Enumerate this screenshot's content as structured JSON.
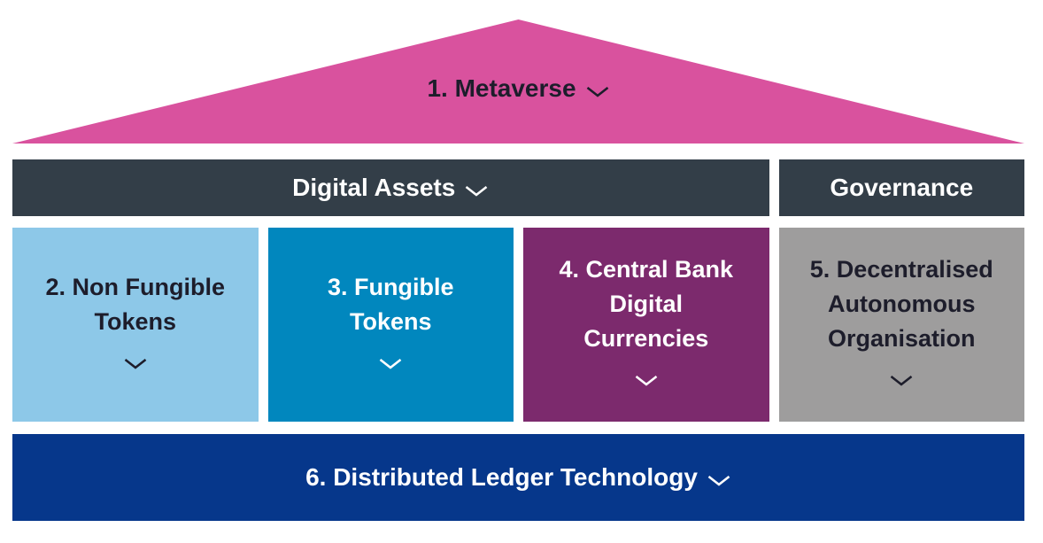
{
  "colors": {
    "background": "#FFFFFF",
    "roof": "#D9529E",
    "header_bar": "#333E48",
    "box_non_fungible_tokens": "#8DC8E8",
    "box_fungible_tokens": "#0187BE",
    "box_central_bank_digital_currencies": "#7C2A6D",
    "box_decentralised_autonomous_organisation": "#9E9D9D",
    "bottom_bar": "#06378B",
    "dark_text": "#1D1D2B",
    "light_text": "#FFFFFF"
  },
  "roof": {
    "label": "1. Metaverse",
    "chevron_icon": "chevron-down"
  },
  "headers": {
    "digital_assets": {
      "label": "Digital Assets",
      "chevron_icon": "chevron-down"
    },
    "governance": {
      "label": "Governance"
    }
  },
  "boxes": [
    {
      "name": "non-fungible-tokens",
      "lines": [
        "2. Non Fungible",
        "Tokens"
      ],
      "bg": "#8DC8E8",
      "text": "#1D1D2B",
      "chevron_icon": "chevron-down"
    },
    {
      "name": "fungible-tokens",
      "lines": [
        "3. Fungible",
        "Tokens"
      ],
      "bg": "#0187BE",
      "text": "#FFFFFF",
      "chevron_icon": "chevron-down"
    },
    {
      "name": "central-bank-digital-currencies",
      "lines": [
        "4. Central Bank",
        "Digital",
        "Currencies"
      ],
      "bg": "#7C2A6D",
      "text": "#FFFFFF",
      "chevron_icon": "chevron-down"
    },
    {
      "name": "decentralised-autonomous-organisation",
      "lines": [
        "5. Decentralised",
        "Autonomous",
        "Organisation"
      ],
      "bg": "#9E9D9D",
      "text": "#1D1D2B",
      "chevron_icon": "chevron-down"
    }
  ],
  "bottom": {
    "label": "6. Distributed Ledger Technology",
    "chevron_icon": "chevron-down"
  }
}
